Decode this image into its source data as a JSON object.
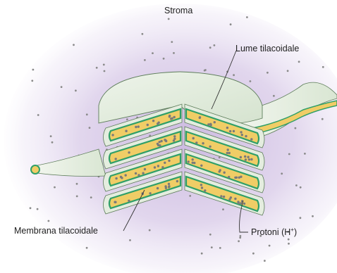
{
  "labels": {
    "stroma": "Stroma",
    "lume_tilacoidale": "Lume tilacoidale",
    "membrana_tilacoidale": "Membrana tilacoidale",
    "protoni_prefix": "Protoni (H",
    "protoni_sup": "+",
    "protoni_suffix": ")"
  },
  "colors": {
    "stroma_haze": "#c9b6df",
    "thylakoid_fill": "#e4eddf",
    "membrane_green": "#2f9f68",
    "lumen_yellow": "#f0cd66",
    "proton_dot": "#7a7a7a"
  }
}
